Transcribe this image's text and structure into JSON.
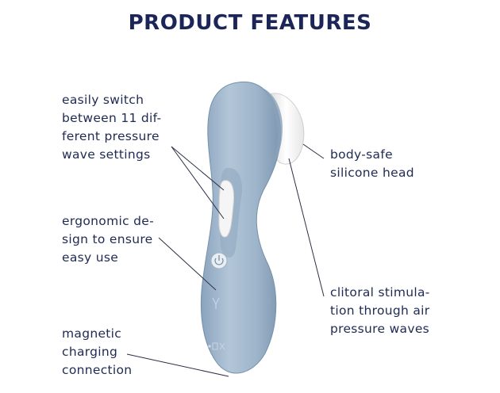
{
  "title": "PRODUCT FEATURES",
  "features": {
    "switch": "easily switch\nbetween 11 dif-\nferent pressure\nwave settings",
    "ergonomic": "ergonomic de-\nsign to ensure\neasy use",
    "magnetic": "magnetic\ncharging\nconnection",
    "silicone": "body-safe\nsilicone head",
    "clitoral": "clitoral stimula-\ntion through air\npressure waves"
  },
  "colors": {
    "title": "#1c2557",
    "text": "#1f2a52",
    "device_body": "#9fb6cc",
    "device_shadow": "#7b93ad",
    "device_highlight": "#c9d7e4",
    "head": "#f3f3f3"
  },
  "icons": [
    "power-button-icon",
    "brand-logo-icon",
    "charging-contacts-icon"
  ]
}
